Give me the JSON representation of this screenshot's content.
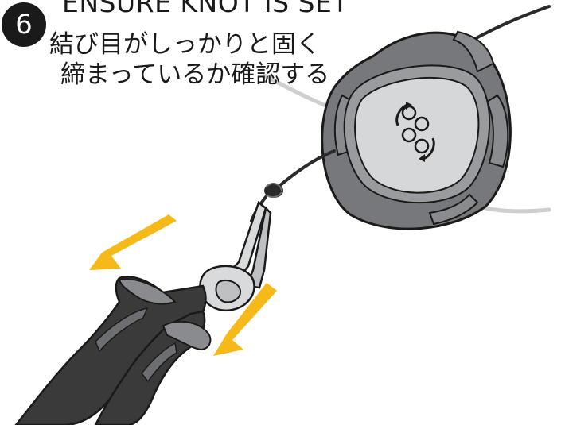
{
  "step": {
    "number": "6"
  },
  "heading": {
    "english": "ENSURE KNOT IS SET",
    "japanese_line1": "結び目がしっかりと固く",
    "japanese_line2": "締まっているか確認する"
  },
  "colors": {
    "badge": "#1a1a1a",
    "arrow": "#f6b91a",
    "head_body": "#77787b",
    "head_face": "#d6d7d8",
    "line_dark": "#2a2a2a",
    "line_light": "#cfcfcf",
    "pliers_grip_dark": "#3a3a3a",
    "pliers_grip_mid": "#6d6e71",
    "pliers_metal": "#d9dadb"
  },
  "icons": {
    "head_face_logo": "rotate-arrows-icon"
  }
}
